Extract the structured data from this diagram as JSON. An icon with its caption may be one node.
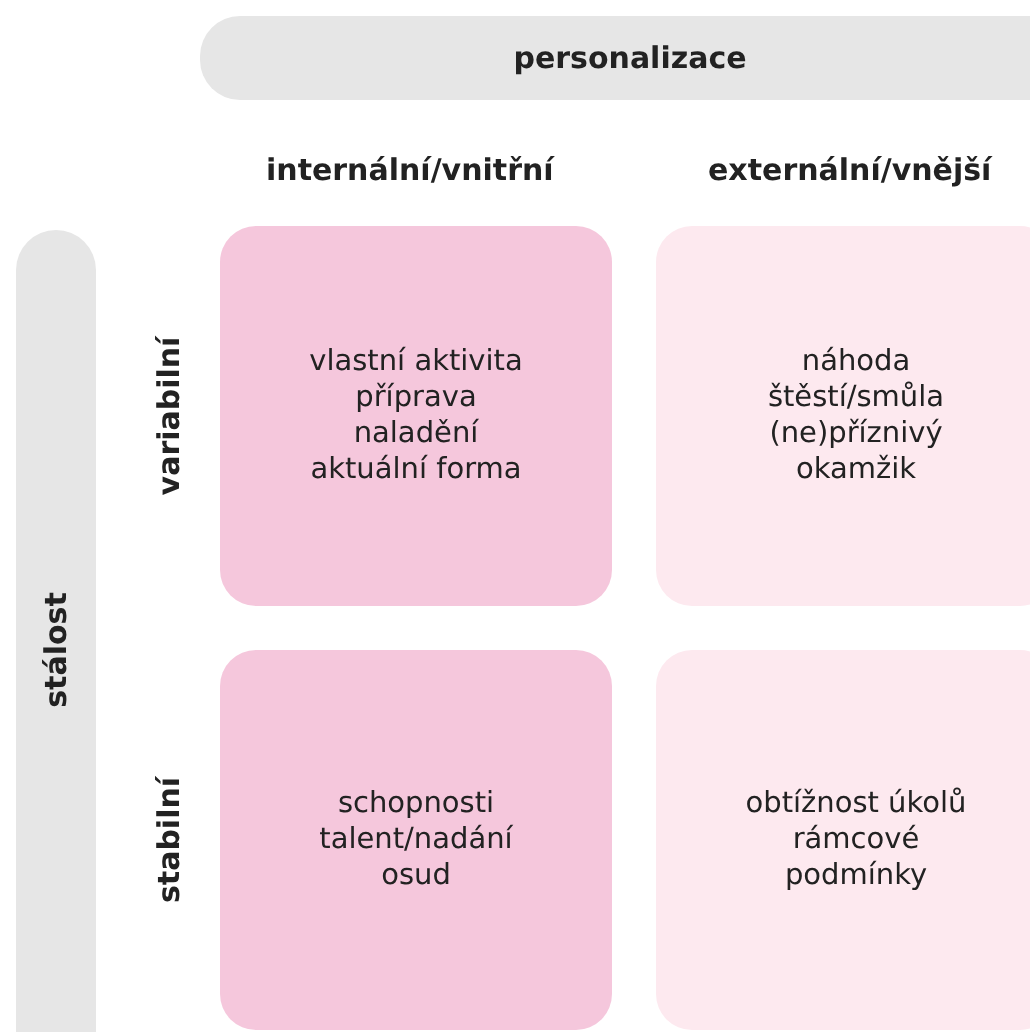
{
  "diagram": {
    "nodes": [
      {
        "text": [
          "personalizace"
        ]
      },
      {
        "text": [
          "stálost"
        ]
      },
      {
        "text": [
          "vlastní aktivita",
          "příprava",
          "naladění",
          "aktuální forma"
        ]
      },
      {
        "text": [
          "náhoda",
          "štěstí/smůla",
          "(ne)příznivý",
          "okamžik"
        ]
      },
      {
        "text": [
          "schopnosti",
          "talent/nadání",
          "osud"
        ]
      },
      {
        "text": [
          "obtížnost úkolů",
          "rámcové",
          "podmínky"
        ]
      }
    ],
    "labels": [
      "internální/vnitřní",
      "externální/vnější",
      "variabilní",
      "stabilní"
    ]
  }
}
